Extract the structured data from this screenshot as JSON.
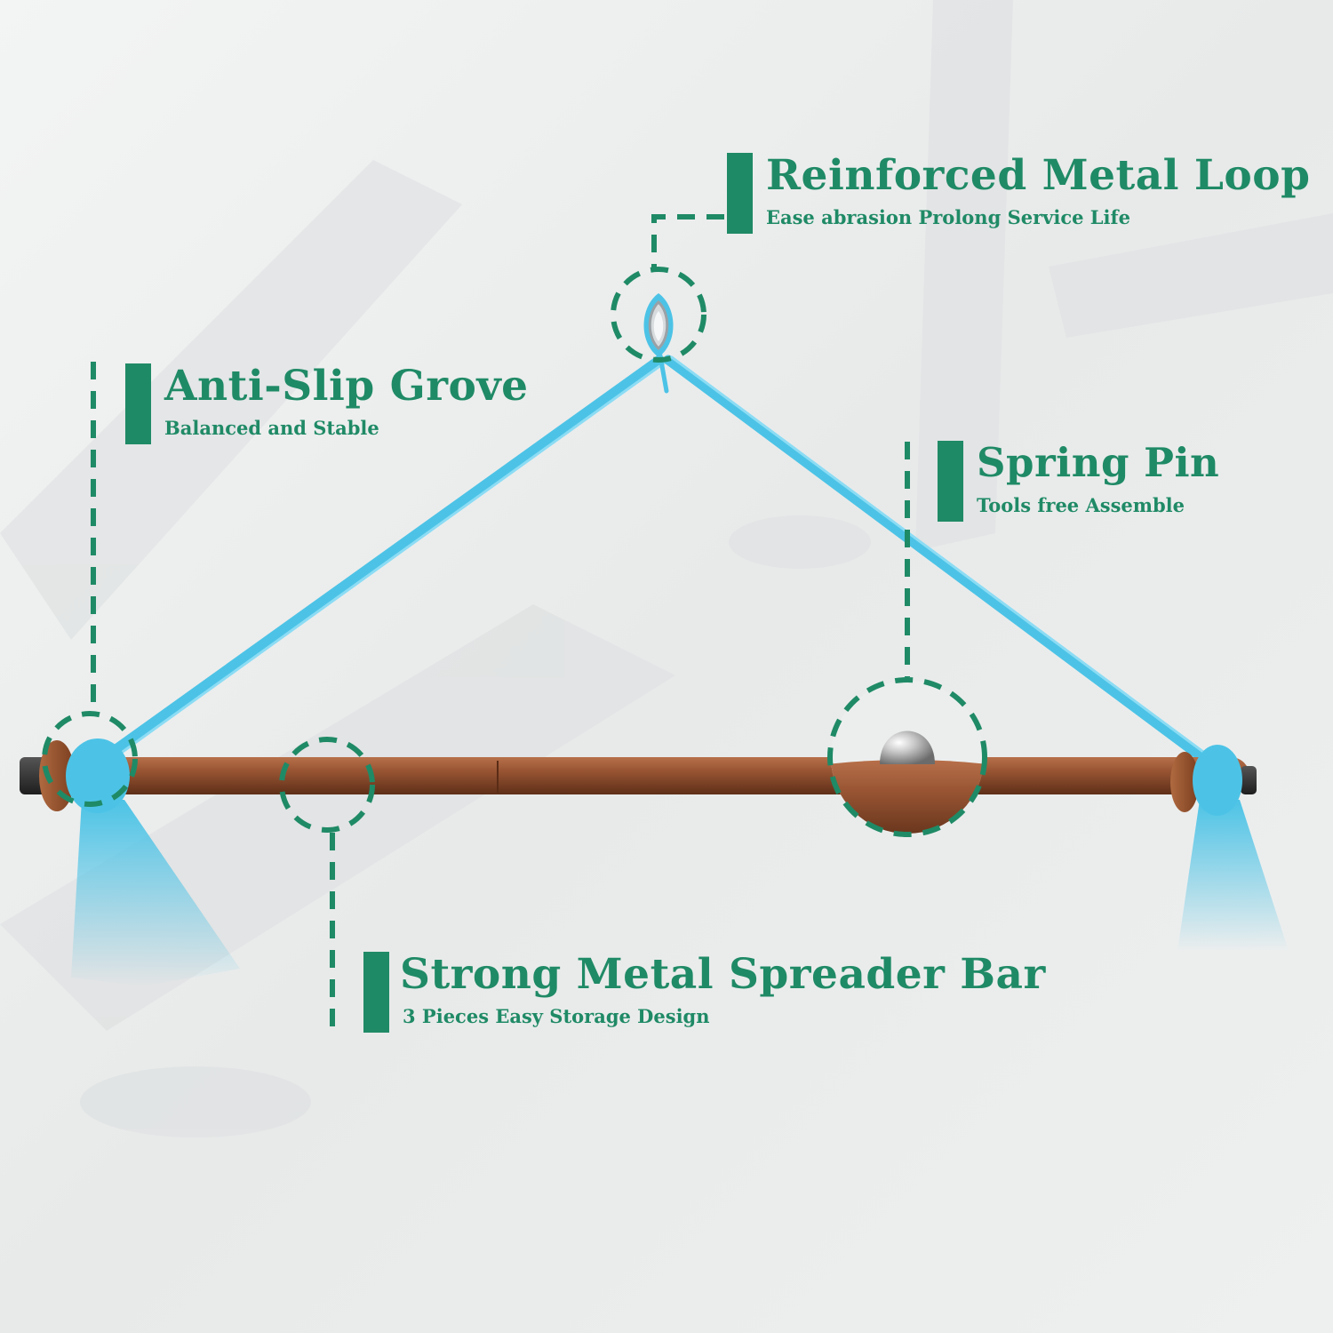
{
  "accent_color": "#1f8a66",
  "rope_color": "#4cc3e6",
  "bar_color": "#8a4a2a",
  "callouts": {
    "loop": {
      "title": "Reinforced Metal Loop",
      "subtitle": "Ease abrasion Prolong Service Life"
    },
    "grove": {
      "title": "Anti-Slip Grove",
      "subtitle": "Balanced and Stable"
    },
    "pin": {
      "title": "Spring Pin",
      "subtitle": "Tools free Assemble"
    },
    "spreader": {
      "title": "Strong Metal Spreader Bar",
      "subtitle": "3 Pieces Easy Storage Design"
    }
  }
}
